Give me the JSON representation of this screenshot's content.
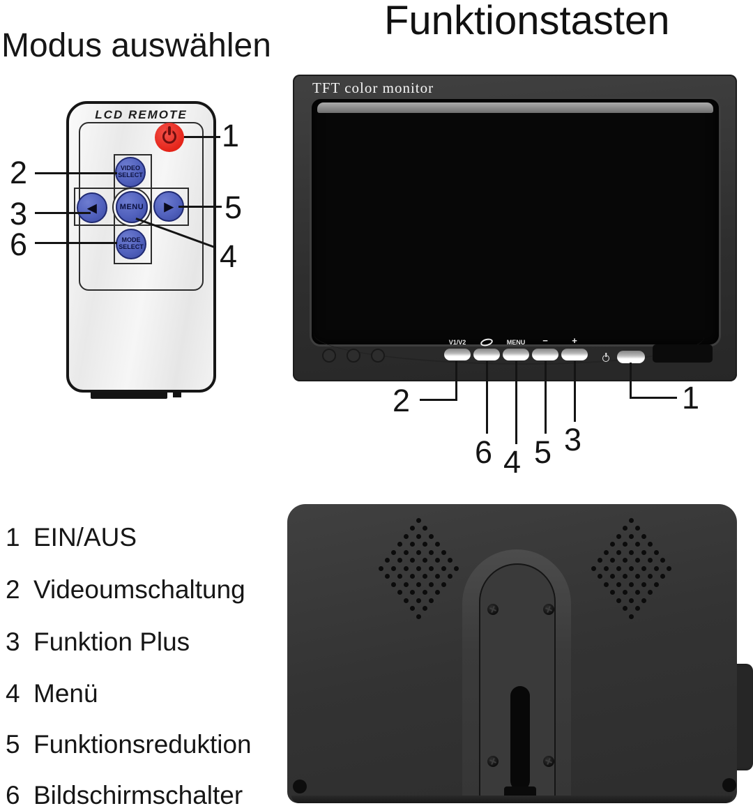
{
  "headings": {
    "mode_select": "Modus auswählen",
    "function_keys": "Funktionstasten"
  },
  "remote": {
    "title": "LCD REMOTE",
    "power": {
      "callout": "1",
      "icon": "power"
    },
    "video_select": {
      "line1": "VIDEO",
      "line2": "SELECT",
      "callout": "2"
    },
    "arrow_left": {
      "glyph": "◀",
      "callout": "3"
    },
    "menu": {
      "label": "MENU",
      "callout": "4"
    },
    "arrow_right": {
      "glyph": "▶",
      "callout": "5"
    },
    "mode_select": {
      "line1": "MODE",
      "line2": "SELECT",
      "callout": "6"
    }
  },
  "monitor": {
    "brand": "TFT color monitor",
    "btn_v1v2": {
      "label": "V1/V2",
      "callout": "2"
    },
    "btn_loop": {
      "icon": "loop",
      "callout": "6"
    },
    "btn_menu": {
      "label": "MENU",
      "callout": "4"
    },
    "btn_minus": {
      "label": "−",
      "callout": "5"
    },
    "btn_plus": {
      "label": "+",
      "callout": "3"
    },
    "btn_power": {
      "icon": "power",
      "callout": "1"
    }
  },
  "legend": {
    "items": [
      {
        "num": "1",
        "label": "EIN/AUS"
      },
      {
        "num": "2",
        "label": "Videoumschaltung"
      },
      {
        "num": "3",
        "label": "Funktion Plus"
      },
      {
        "num": "4",
        "label": "Menü"
      },
      {
        "num": "5",
        "label": "Funktionsreduktion"
      },
      {
        "num": "6",
        "label": "Bildschirmschalter"
      }
    ]
  },
  "colors": {
    "button_blue": "#5161bd",
    "power_red": "#e42318",
    "monitor_body": "#333333",
    "accent_text": "#141414"
  }
}
